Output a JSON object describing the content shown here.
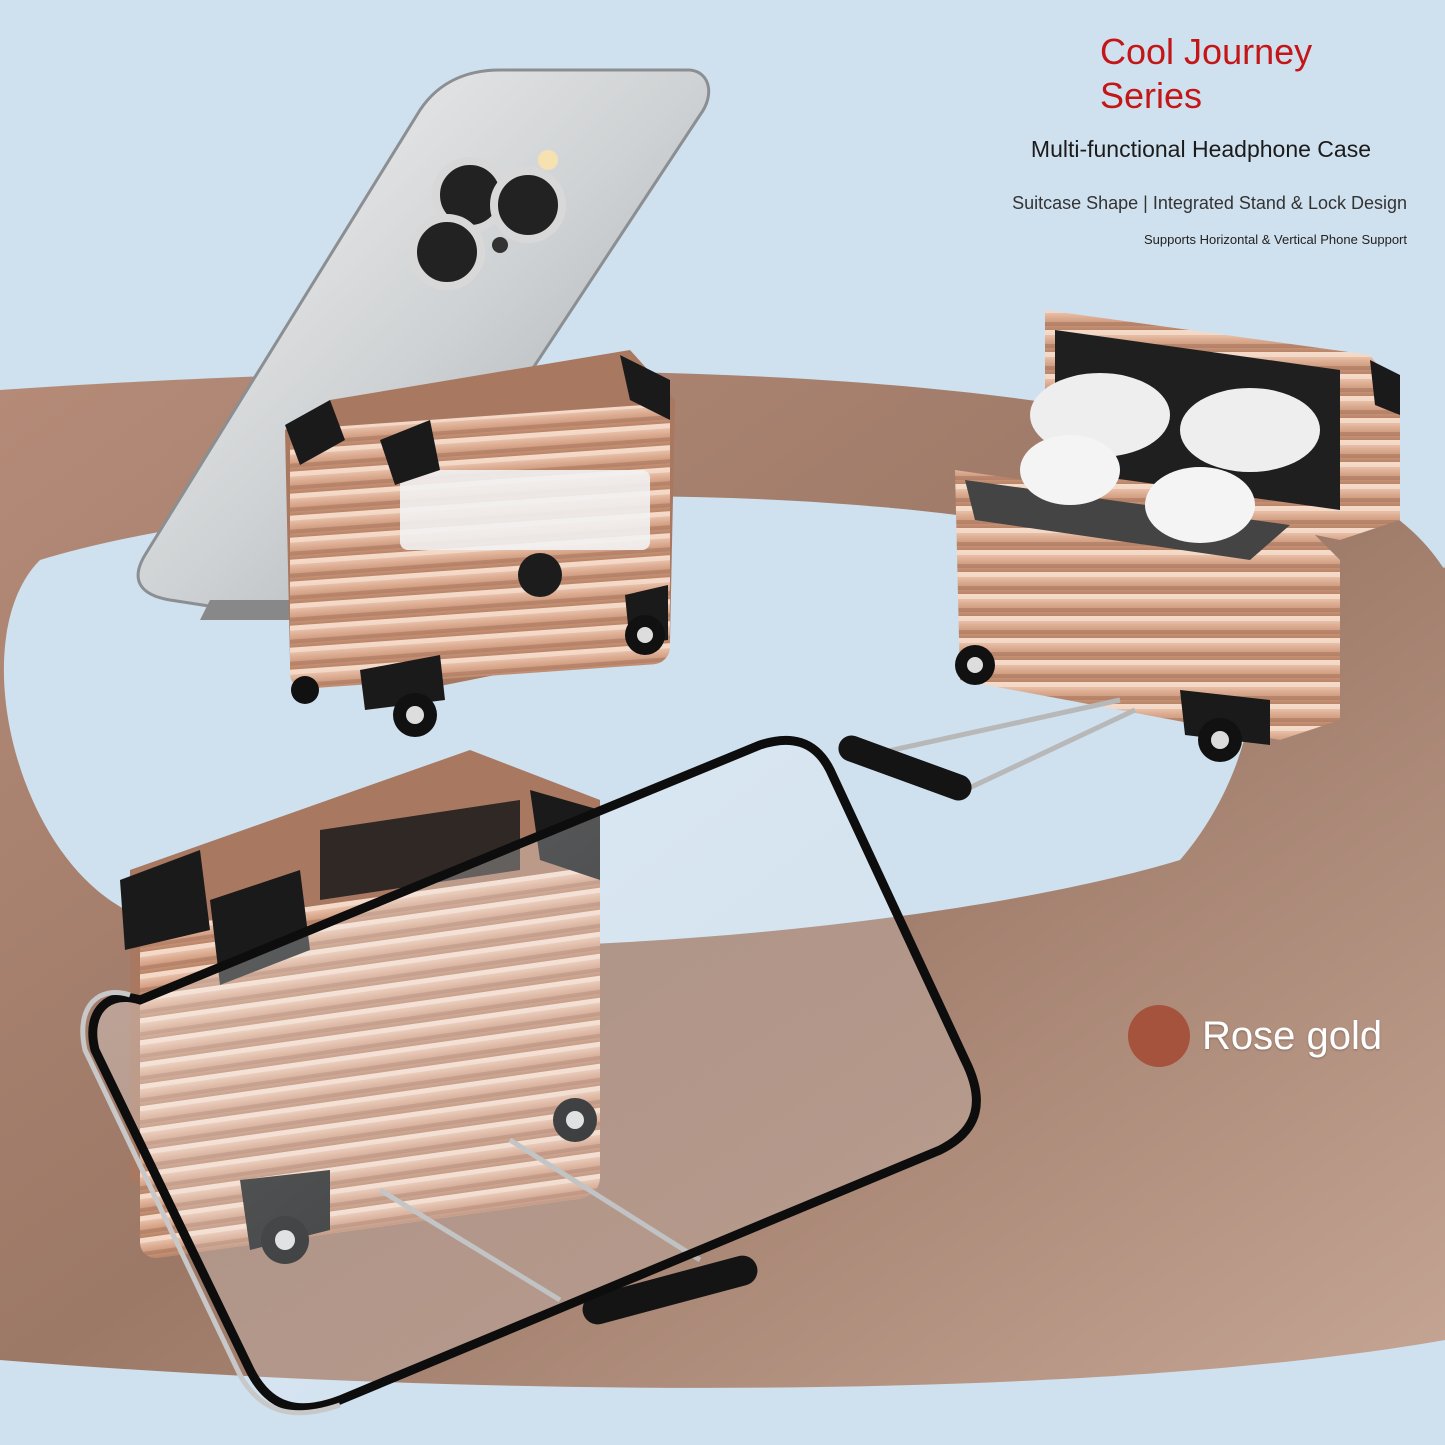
{
  "header": {
    "title_line1": "Cool Journey",
    "title_line2": "Series",
    "subtitle": "Multi-functional Headphone Case",
    "features": "Suitcase Shape | Integrated Stand & Lock Design",
    "support": "Supports Horizontal & Vertical Phone Support"
  },
  "color_option": {
    "label": "Rose gold",
    "swatch_color": "#a5533d"
  },
  "colors": {
    "background": "#cfe0ee",
    "floor_ring": "#a27d6c",
    "rose_gold": "#d9a98e",
    "corner_black": "#1a1a1a",
    "accent_red": "#c41616"
  }
}
